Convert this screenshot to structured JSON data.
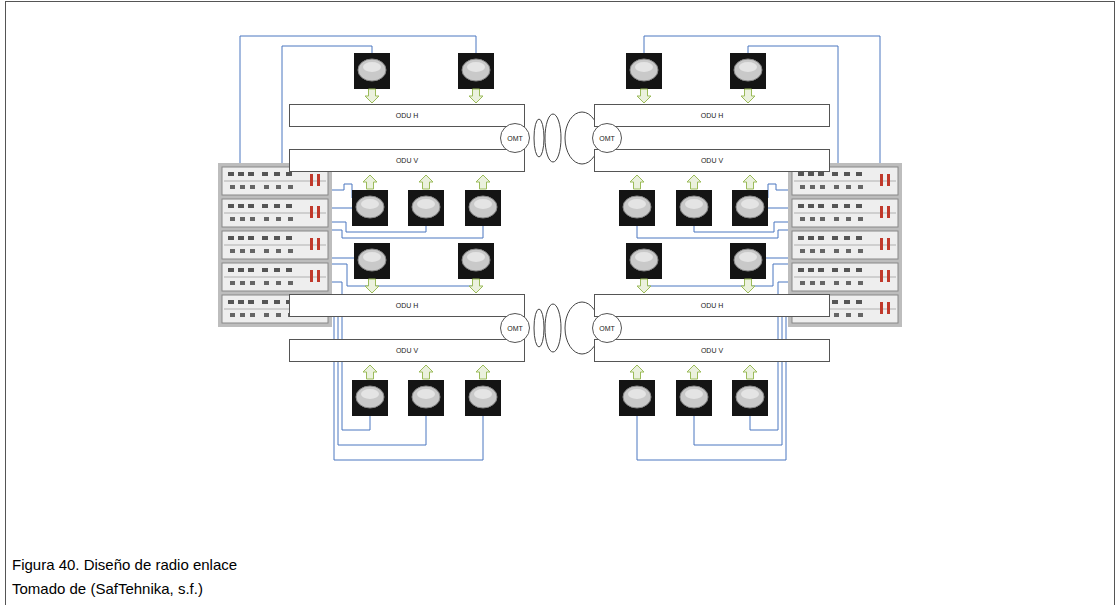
{
  "diagram": {
    "caption": "Figura 40. Diseño de radio enlace",
    "nodes": [
      {
        "text": [
          "ODU H"
        ]
      },
      {
        "text": [
          "OMT"
        ]
      },
      {
        "text": [
          "ODU V"
        ]
      },
      {
        "text": [
          "ODU H"
        ]
      },
      {
        "text": [
          "OMT"
        ]
      },
      {
        "text": [
          "ODU V"
        ]
      },
      {
        "text": [
          "ODU H"
        ]
      },
      {
        "text": [
          "OMT"
        ]
      },
      {
        "text": [
          "ODU V"
        ]
      },
      {
        "text": [
          "ODU H"
        ]
      },
      {
        "text": [
          "OMT"
        ]
      },
      {
        "text": [
          "ODU V"
        ]
      }
    ],
    "labels": [
      "Tomado de (SafTehnika, s.f.)"
    ]
  }
}
